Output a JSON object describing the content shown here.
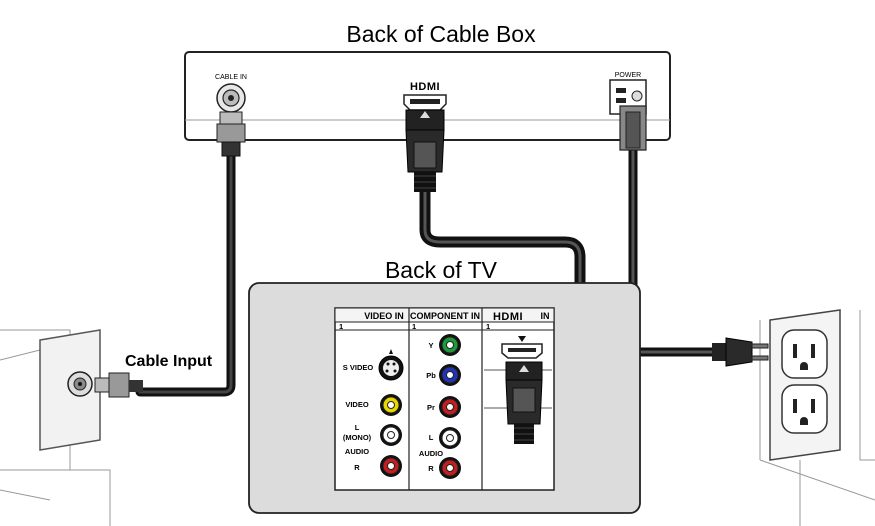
{
  "titles": {
    "cable_box": "Back of Cable Box",
    "tv": "Back of TV"
  },
  "labels": {
    "cable_input": "Cable Input"
  },
  "cable_box": {
    "cable_in": "CABLE IN",
    "hdmi_logo": "HDMI",
    "power": "POWER"
  },
  "tv_panel": {
    "video_in_header": "VIDEO IN",
    "component_in_header": "COMPONENT IN",
    "hdmi_in_logo": "HDMI",
    "hdmi_in_suffix": "IN",
    "s_video": "S VIDEO",
    "video": "VIDEO",
    "l_mono": "L",
    "mono": "(MONO)",
    "audio": "AUDIO",
    "r": "R",
    "y": "Y",
    "pb": "Pb",
    "pr": "Pr",
    "l": "L",
    "component_audio": "AUDIO",
    "component_r": "R",
    "num_1a": "1",
    "num_1b": "1",
    "num_1c": "1"
  },
  "colors": {
    "y_green": "#1f9a3a",
    "pb_blue": "#2233bb",
    "pr_red": "#c41f1f",
    "video_yellow": "#e8d800",
    "audio_red": "#c41f1f",
    "tv_gray": "#dcdcdc"
  }
}
